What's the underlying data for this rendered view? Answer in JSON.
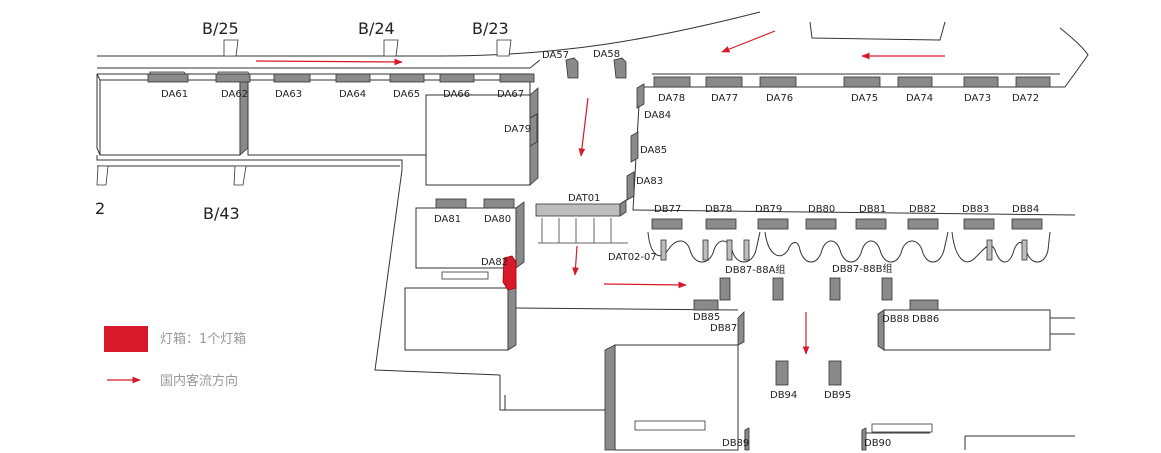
{
  "gates": [
    "B/25",
    "B/24",
    "B/23",
    "B/43",
    "2"
  ],
  "colors": {
    "lightbox": "#d8192a",
    "flow": "#d8192a",
    "box": "#8a8a8a"
  },
  "labels": {
    "DA61": "DA61",
    "DA62": "DA62",
    "DA63": "DA63",
    "DA64": "DA64",
    "DA65": "DA65",
    "DA66": "DA66",
    "DA67": "DA67",
    "DA57": "DA57",
    "DA58": "DA58",
    "DA79": "DA79",
    "DA78": "DA78",
    "DA77": "DA77",
    "DA76": "DA76",
    "DA75": "DA75",
    "DA74": "DA74",
    "DA73": "DA73",
    "DA72": "DA72",
    "DA84": "DA84",
    "DA85": "DA85",
    "DA83": "DA83",
    "DA81": "DA81",
    "DA80": "DA80",
    "DA82": "DA82",
    "DAT01": "DAT01",
    "DAT0207": "DAT02-07",
    "DB77": "DB77",
    "DB78": "DB78",
    "DB79": "DB79",
    "DB80": "DB80",
    "DB81": "DB81",
    "DB82": "DB82",
    "DB83": "DB83",
    "DB84": "DB84",
    "DB87_88A": "DB87-88A组",
    "DB87_88B": "DB87-88B组",
    "DB85": "DB85",
    "DB87": "DB87",
    "DB88": "DB88",
    "DB86": "DB86",
    "DB94": "DB94",
    "DB95": "DB95",
    "DB89": "DB89",
    "DB90": "DB90"
  },
  "legend": {
    "lightbox": "灯箱：1个灯箱",
    "flow": "国内客流方向"
  }
}
